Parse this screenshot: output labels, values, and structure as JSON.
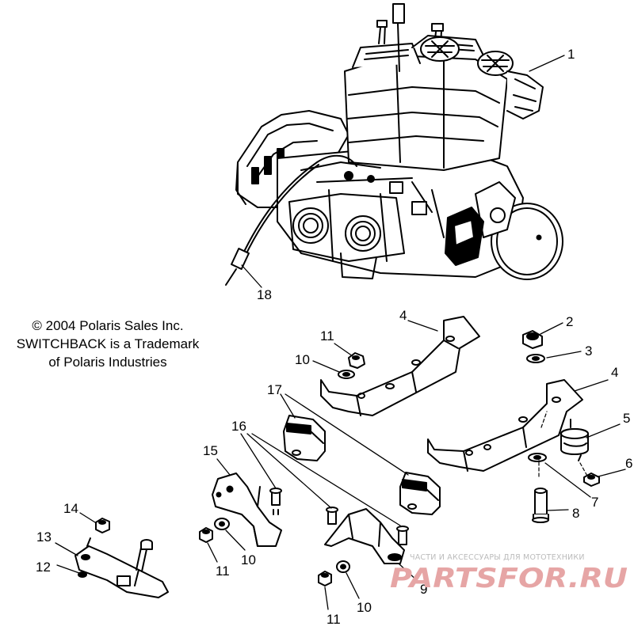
{
  "copyright": {
    "line1": "© 2004 Polaris Sales Inc.",
    "line2": "SWITCHBACK is a Trademark",
    "line3": "of Polaris Industries"
  },
  "callouts": [
    "1",
    "2",
    "3",
    "4",
    "4",
    "5",
    "6",
    "7",
    "8",
    "9",
    "10",
    "10",
    "10",
    "11",
    "11",
    "11",
    "12",
    "13",
    "14",
    "15",
    "16",
    "17",
    "18"
  ],
  "watermark": {
    "tagline": "ЧАСТИ И АКСЕССУАРЫ ДЛЯ МОТОТЕХНИКИ",
    "logo": "PARTSFOR.RU"
  },
  "colors": {
    "ink": "#000000",
    "paper": "#ffffff",
    "watermark": "#e6a5a5"
  }
}
